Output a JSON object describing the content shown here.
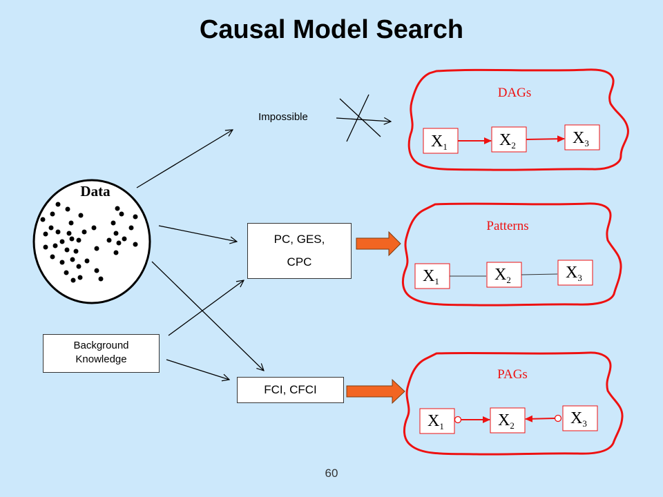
{
  "title": "Causal Model Search",
  "impossible_label": "Impossible",
  "data_label": "Data",
  "methods": {
    "pc_line1": "PC, GES,",
    "pc_line2": "CPC",
    "fci": "FCI,  CFCI"
  },
  "background": {
    "line1": "Background",
    "line2": "Knowledge"
  },
  "graphs": {
    "dags": {
      "label": "DAGs",
      "nodes": [
        "X",
        "X",
        "X"
      ],
      "subs": [
        "1",
        "2",
        "3"
      ]
    },
    "patterns": {
      "label": "Patterns",
      "nodes": [
        "X",
        "X",
        "X"
      ],
      "subs": [
        "1",
        "2",
        "3"
      ]
    },
    "pags": {
      "label": "PAGs",
      "nodes": [
        "X",
        "X",
        "X"
      ],
      "subs": [
        "1",
        "2",
        "3"
      ]
    }
  },
  "colors": {
    "background": "#cce8fb",
    "red": "#ee1111",
    "orange": "#f26522"
  },
  "page_number": "60"
}
